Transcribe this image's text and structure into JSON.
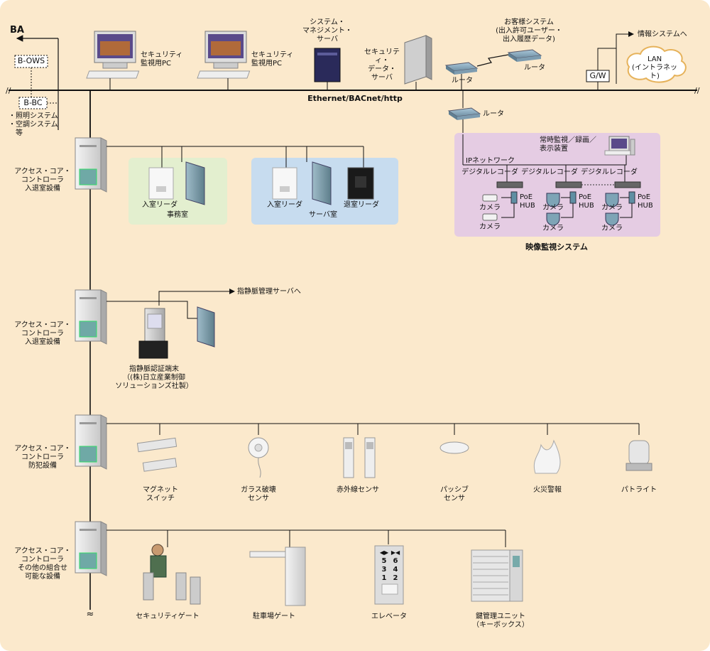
{
  "top": {
    "ba": "BA",
    "b_ows": "B-OWS",
    "b_bc": "B-BC",
    "bc_systems": "・照明システム\n・空調システム\n　等",
    "pc1": "セキュリティ\n監視用PC",
    "pc2": "セキュリティ\n監視用PC",
    "mgmt_server": "システム・\nマネジメント・\nサーバ",
    "data_server": "セキュリティ・\nデータ・\nサーバ",
    "router1": "ルータ",
    "router2": "ルータ",
    "router3": "ルータ",
    "customer_system": "お客様システム\n(出入許可ユーザー・\n出入履歴データ)",
    "info_system": "情報システムへ",
    "gw": "G/W",
    "lan": "LAN\n(イントラネット)",
    "ethernet": "Ethernet/BACnet/http"
  },
  "controllers": [
    {
      "label": "アクセス・コア・\nコントローラ\n入退室設備"
    },
    {
      "label": "アクセス・コア・\nコントローラ\n入退室設備"
    },
    {
      "label": "アクセス・コア・\nコントローラ\n防犯設備"
    },
    {
      "label": "アクセス・コア・\nコントローラ\nその他の組合せ\n可能な設備"
    }
  ],
  "rooms": {
    "office_reader": "入室リーダ",
    "office": "事務室",
    "server_in": "入室リーダ",
    "server_out": "退室リーダ",
    "server_room": "サーバ室"
  },
  "video": {
    "monitor": "常時監視／録画／\n表示装置",
    "ip_network": "IPネットワーク",
    "recorders": [
      "デジタルレコーダ",
      "デジタルレコーダ",
      "デジタルレコーダ"
    ],
    "poe": "PoE\nHUB",
    "camera": "カメラ",
    "title": "映像監視システム"
  },
  "vein": {
    "server": "指静脈管理サーバへ",
    "terminal": "指静脈認証端末\n（(株)日立産業制御\nソリューションズ社製）"
  },
  "security_devices": [
    "マグネット\nスイッチ",
    "ガラス破壊\nセンサ",
    "赤外線センサ",
    "パッシブ\nセンサ",
    "火災警報",
    "パトライト"
  ],
  "other_devices": [
    "セキュリティゲート",
    "駐車場ゲート",
    "エレベータ",
    "鍵管理ユニット\n（キーボックス）"
  ],
  "elevator_buttons": [
    "◀▶",
    "▶◀",
    "5",
    "6",
    "3",
    "4",
    "1",
    "2"
  ],
  "bus_break": "≈",
  "colors": {
    "bg": "#fbe9cc",
    "office_room": "#e3efcf",
    "server_room": "#c7dcef",
    "video_box": "#e5cce3"
  }
}
